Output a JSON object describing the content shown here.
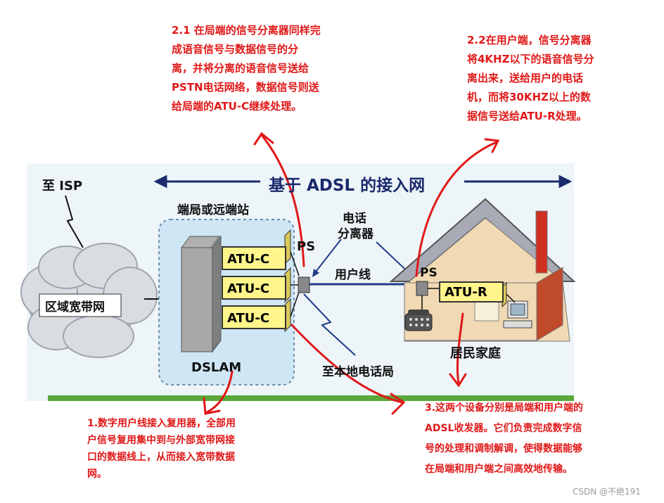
{
  "diagram": {
    "title": "基于 ADSL 的接入网",
    "isp_label": "至 ISP",
    "cloud_label": "区域宽带网",
    "station_label": "端局或远端站",
    "dslam_label": "DSLAM",
    "atu_c": [
      "ATU-C",
      "ATU-C",
      "ATU-C"
    ],
    "ps_left": "PS",
    "splitter_label": [
      "电话",
      "分离器"
    ],
    "user_line": "用户线",
    "ps_right": "PS",
    "atu_r": "ATU-R",
    "home_label": "居民家庭",
    "local_office": "至本地电话局"
  },
  "annotations": {
    "a21": [
      "2.1 在局端的信号分离器同样完",
      "成语音信号与数据信号的分",
      "离，并将分离的语音信号送给",
      "PSTN电话网络，数据信号则送",
      "给局端的ATU-C继续处理。"
    ],
    "a22": [
      "2.2在用户端，信号分离器",
      "将4KHZ以下的语音信号分",
      "离出来，送给用户的电话",
      "机，而将30KHZ以上的数",
      "据信号送给ATU-R处理。"
    ],
    "a1": [
      "1.数字用户线接入复用器，全部用",
      "户信号复用集中到与外部宽带网接",
      "口的数据线上，从而接入宽带数据",
      "网。"
    ],
    "a3": [
      "3.这两个设备分别是局端和用户端的",
      "ADSL收发器。它们负责完成数字信",
      "号的处理和调制解调，使得数据能够",
      "在局端和用户端之间高效地传输。"
    ]
  },
  "watermark": "CSDN @不绝191",
  "colors": {
    "annotation": "#e01818",
    "panel": "#eef5f8",
    "atu": "#fff58a",
    "title_bar": "#1a2a6c"
  }
}
